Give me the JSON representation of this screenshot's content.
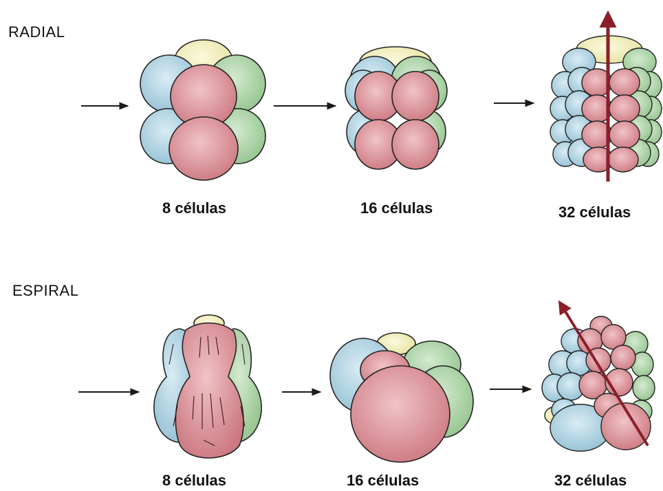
{
  "rows": [
    {
      "title": "RADIAL",
      "stages": [
        {
          "label": "8 células"
        },
        {
          "label": "16 células"
        },
        {
          "label": "32 células"
        }
      ]
    },
    {
      "title": "ESPIRAL",
      "stages": [
        {
          "label": "8 células"
        },
        {
          "label": "16 células"
        },
        {
          "label": "32 células"
        }
      ]
    }
  ],
  "colors": {
    "blue": "#a9cfe0",
    "green": "#a9d3a4",
    "pink": "#d98c94",
    "yellow": "#f0edb8",
    "axis": "#8a1f2a",
    "arrow": "#1a1a1a"
  }
}
